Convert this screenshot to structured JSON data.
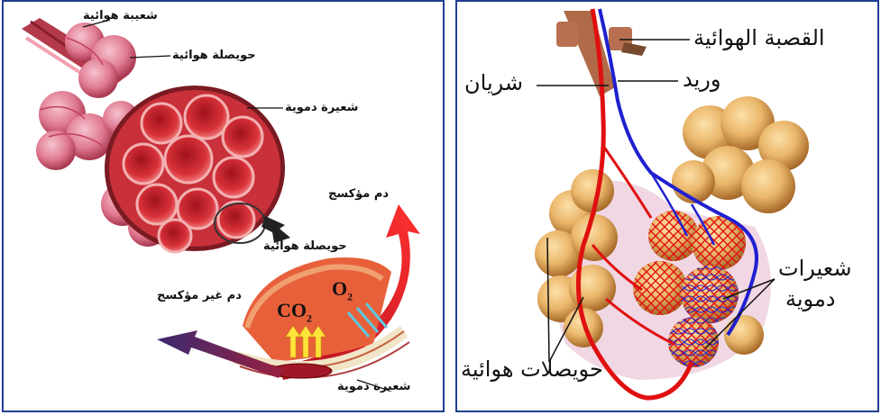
{
  "left_diagram": {
    "bronchiole": "شعيبة هوائية",
    "alveolus_top": "حويصلة هوائية",
    "capillary_top": "شعيرة دموية",
    "oxygenated_blood": "دم مؤكسج",
    "alveolus_detail": "حويصلة هوائية",
    "deoxygenated_blood": "دم غير مؤكسج",
    "co2": "CO",
    "co2_sub": "2",
    "o2": "O",
    "o2_sub": "2",
    "capillary_bottom": "شعيرة دموية"
  },
  "right_diagram": {
    "trachea": "القصبة الهوائية",
    "vein": "وريد",
    "artery": "شريان",
    "capillaries_line1": "شعيرات",
    "capillaries_line2": "دموية",
    "alveoli": "حويصلات هوائية"
  },
  "colors": {
    "border": "#1f3f8f",
    "artery": "#e01010",
    "vein": "#2020d0",
    "alveolus_tan": "#e9b66a",
    "lung_pink": "#d94a5a"
  }
}
